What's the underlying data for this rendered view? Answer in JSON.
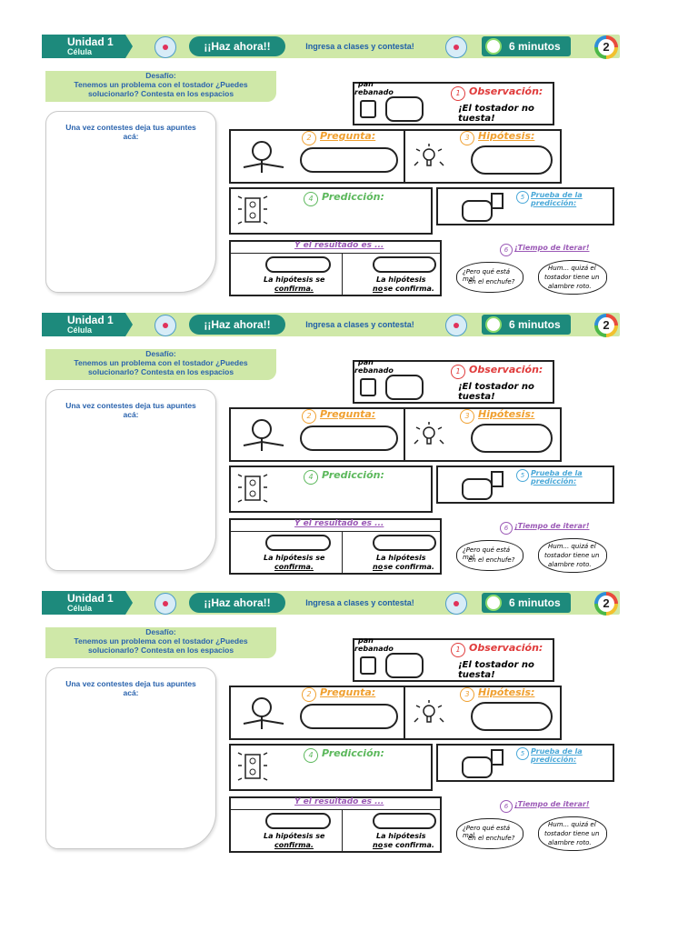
{
  "header": {
    "unit": "Unidad 1",
    "topic": "Célula",
    "action": "¡¡Haz ahora!!",
    "instruction": "Ingresa a clases y contesta!",
    "time": "6 minutos",
    "badge": "2"
  },
  "challenge": {
    "title": "Desafío:",
    "line1": "Tenemos un problema con el tostador ¿Puedes",
    "line2": "solucionarlo? Contesta en los espacios"
  },
  "notes": {
    "line1": "Una vez contestes deja tus apuntes",
    "line2": "acá:"
  },
  "comic": {
    "label_pan": "pan",
    "label_rebanado": "rebanado",
    "step1_num": "1",
    "step1": "Observación:",
    "observation_text": "¡El tostador no tuesta!",
    "step2_num": "2",
    "step2": "Pregunta:",
    "step3_num": "3",
    "step3": "Hipótesis:",
    "step4_num": "4",
    "step4": "Predicción:",
    "step5_num": "5",
    "step5": "Prueba de la predicción:",
    "step6_num": "6",
    "step6": "¡Tiempo de iterar!",
    "result_title": "Y el resultado es ...",
    "confirm_a": "La hipótesis se",
    "confirm_b": "confirma.",
    "noconfirm_a": "La hipótesis",
    "noconfirm_b1": "no",
    "noconfirm_b2": " se confirma.",
    "iter1_a": "¿Pero qué está mal",
    "iter1_b": "en el enchufe?",
    "iter2_a": "Hum... quizá el",
    "iter2_b": "tostador tiene un",
    "iter2_c": "alambre roto."
  },
  "colors": {
    "teal": "#1d8a7c",
    "light_green": "#cfe8a8",
    "blue_text": "#2a63ad",
    "observation_red": "#e03b3b",
    "question_orange": "#f0a030",
    "hypothesis_orange": "#f0a030",
    "prediction_green": "#5cb85c",
    "test_blue": "#4aa8d8",
    "iterate_purple": "#9b59b6"
  }
}
